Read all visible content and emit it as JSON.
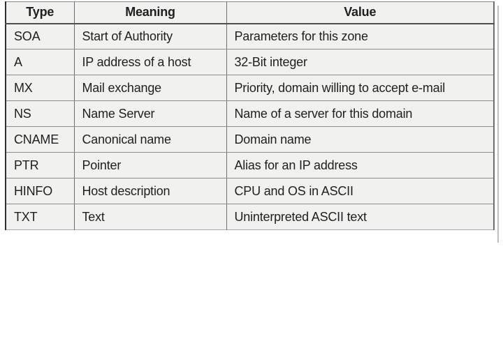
{
  "figure": {
    "description": "Scanned textbook table of DNS resource record types"
  },
  "colors": {
    "page_bg": "#ffffff",
    "cell_bg": "#f1f1ef",
    "text": "#1f1f1f",
    "outer_border_dark": "#2f2f2f",
    "column_line": "#6e6e6e",
    "row_line": "#8c8c8c",
    "header_line": "#4f4f4f",
    "bottom_border": "#a8a8a8",
    "top_border": "#8a8a8a",
    "page_edge_line": "#bdbdbd"
  },
  "table": {
    "columns": [
      "Type",
      "Meaning",
      "Value"
    ],
    "column_keys": [
      "type",
      "meaning",
      "value"
    ],
    "rows": [
      [
        "SOA",
        "Start of Authority",
        "Parameters for this zone"
      ],
      [
        "A",
        "IP address of a host",
        "32-Bit integer"
      ],
      [
        "MX",
        "Mail exchange",
        "Priority, domain willing to accept e-mail"
      ],
      [
        "NS",
        "Name Server",
        "Name of a server for this domain"
      ],
      [
        "CNAME",
        "Canonical name",
        "Domain name"
      ],
      [
        "PTR",
        "Pointer",
        "Alias for an IP address"
      ],
      [
        "HINFO",
        "Host description",
        "CPU and OS in ASCII"
      ],
      [
        "TXT",
        "Text",
        "Uninterpreted ASCII text"
      ]
    ]
  }
}
